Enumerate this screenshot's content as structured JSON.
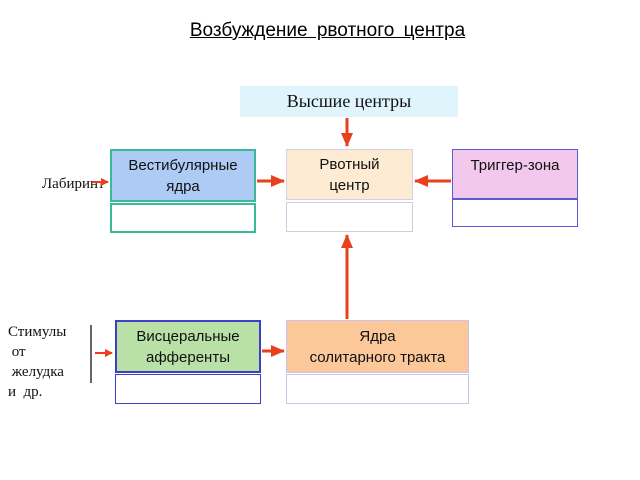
{
  "title": "Возбуждение  рвотного  центра",
  "nodes": {
    "higher_centers": "Высшие центры",
    "vestibular_nuclei": "Вестибулярные\nядра",
    "vomiting_center": "Рвотный\nцентр",
    "trigger_zone": "Триггер-зона",
    "visceral_afferents": "Висцеральные\nафференты",
    "solitary_nuclei": "Ядра\nсолитарного тракта"
  },
  "inputs": {
    "labyrinth": "Лабиринт",
    "stimuli": "Стимулы\n от\n желудка\nи  др."
  },
  "colors": {
    "arrow": "#e8401c",
    "higher_centers_fill": "#dff4fb",
    "vestibular_fill": "#aecbf5",
    "vestibular_border": "#3cb89a",
    "vomiting_fill": "#fdebd3",
    "trigger_fill": "#f2c8ec",
    "trigger_border": "#5a5ad2",
    "visceral_fill": "#b9e0a6",
    "visceral_border": "#3d3fc7",
    "solitary_fill": "#fcc89a",
    "solitary_border": "#c9c3ee"
  }
}
